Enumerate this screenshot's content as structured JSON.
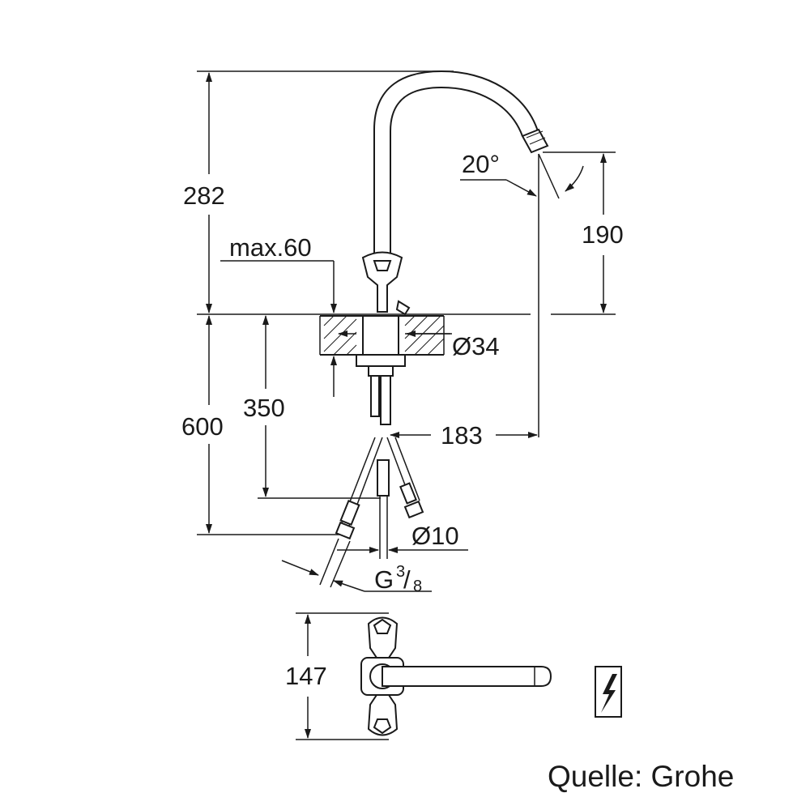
{
  "dimensions": {
    "height_total": "282",
    "spout_height": "190",
    "spout_angle": "20°",
    "max_thickness": "max.60",
    "hole_diameter": "Ø34",
    "hose_length": "600",
    "depth": "350",
    "reach": "183",
    "hose_diameter": "Ø10",
    "thread_prefix": "G",
    "thread_num": "3",
    "thread_den": "8",
    "top_view_width": "147"
  },
  "source": "Quelle: Grohe",
  "icons": [
    "high-pressure-symbol-icon"
  ]
}
